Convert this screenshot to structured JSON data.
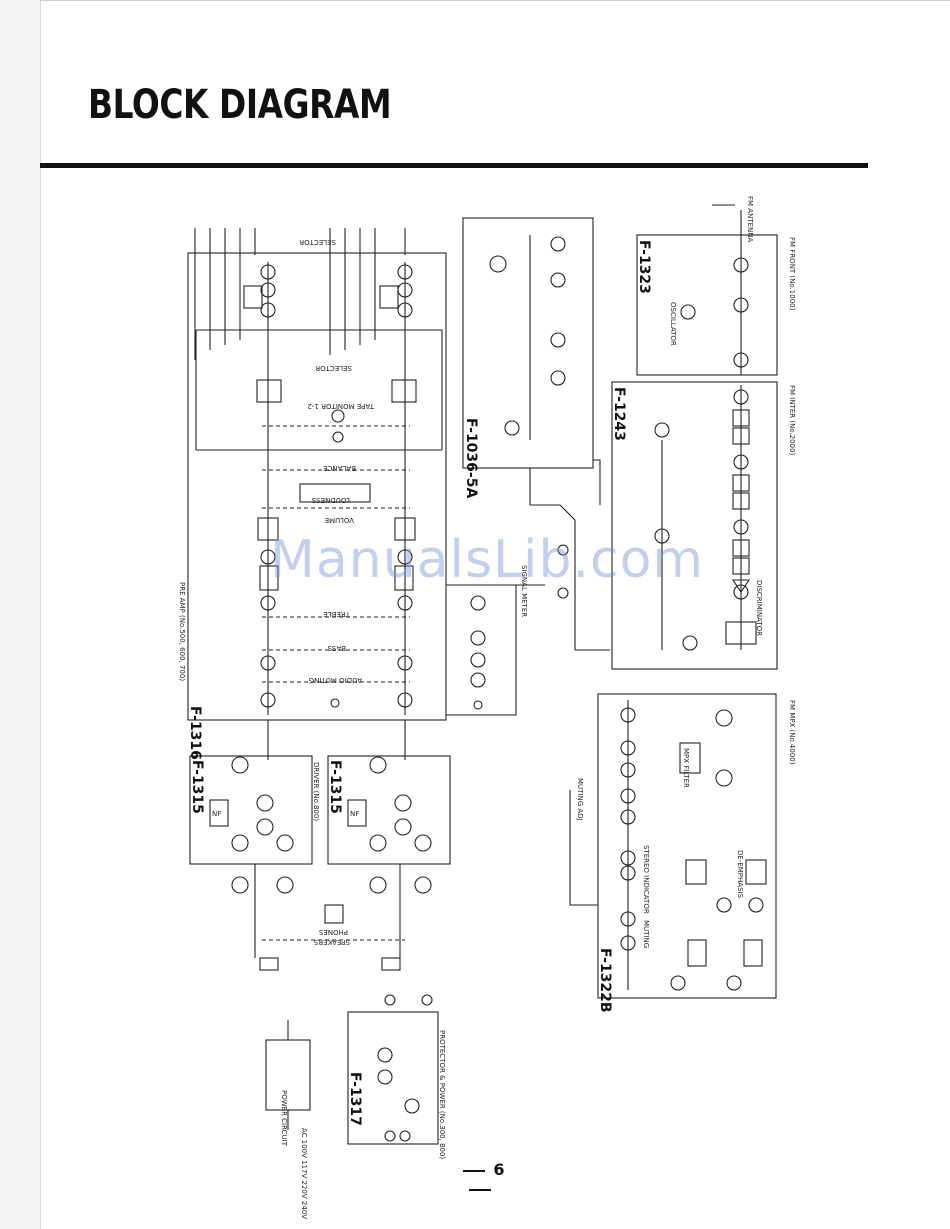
{
  "page": {
    "title": "BLOCK DIAGRAM",
    "page_number": "6",
    "watermark": "ManualsLib.com"
  },
  "diagram": {
    "boards": [
      {
        "id": "F-1316",
        "caption": "PRE AMP (No.500, 600, 700)"
      },
      {
        "id": "F-1036-5A",
        "caption": ""
      },
      {
        "id": "F-1323",
        "caption": "FM FRONT (No.1000)"
      },
      {
        "id": "F-1243",
        "caption": "FM INTER (No.2000)"
      },
      {
        "id": "F-1315",
        "caption": ""
      },
      {
        "id": "F-1315",
        "caption": "DRIVER (No.800)"
      },
      {
        "id": "F-1322B",
        "caption": "FM MPX (No.4000)"
      },
      {
        "id": "F-1317",
        "caption": "PROTECTOR & POWER (No.300, 800)"
      }
    ],
    "labels": {
      "selector_1": "SELECTOR",
      "selector_2": "SELECTOR",
      "tape_monitor": "TAPE MONITOR 1-2",
      "balance": "BALANCE",
      "volume": "VOLUME",
      "loudness": "LOUDNESS",
      "treble": "TREBLE",
      "bass": "BASS",
      "audio_muting": "AUDIO MUTING",
      "phones": "PHONES",
      "speakers": "SPEAKERS",
      "power_circuit": "POWER CIRCUIT",
      "ac_lines": "AC 100V 117V 220V 240V",
      "nf_1": "NF",
      "nf_2": "NF",
      "mpx_filter": "MPX FILTER",
      "deemphasis": "DE-EMPHASIS",
      "muting": "MUTING",
      "stereo_indicator": "STEREO INDICATOR",
      "discriminator": "DISCRIMINATOR",
      "fm_antenna": "FM ANTENNA",
      "oscillator": "OSCILLATOR",
      "signal_meter": "SIGNAL METER",
      "muting_adj": "MUTING ADJ"
    }
  }
}
